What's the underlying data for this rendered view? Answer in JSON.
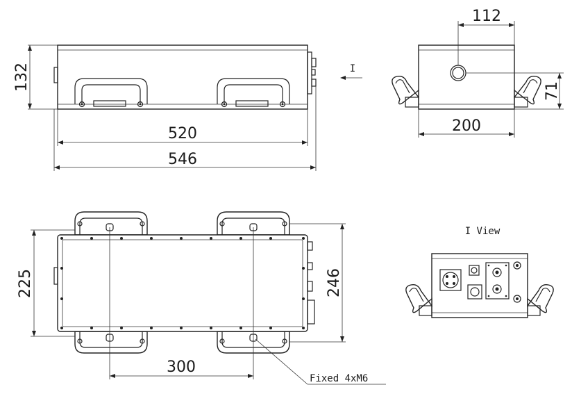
{
  "front_view": {
    "height_dim": "132",
    "inner_width_dim": "520",
    "outer_width_dim": "546",
    "view_marker": "I"
  },
  "side_view": {
    "offset_dim": "112",
    "width_dim": "200",
    "height_dim": "71"
  },
  "top_view": {
    "depth_dim": "225",
    "outer_depth_dim": "246",
    "hole_spacing_dim": "300",
    "mount_note": "Fixed 4xM6"
  },
  "i_view": {
    "title": "I View"
  }
}
